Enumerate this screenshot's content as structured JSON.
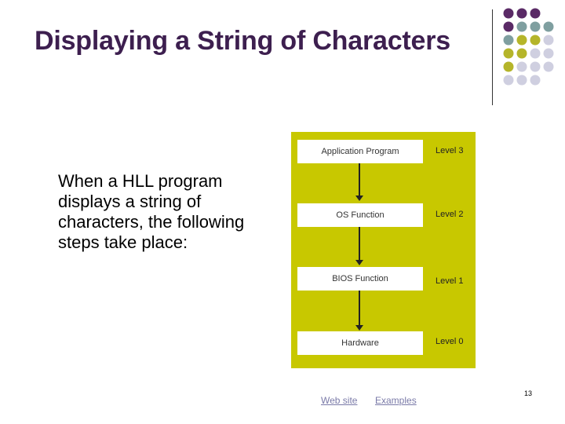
{
  "slide": {
    "title": "Displaying a String of Characters",
    "body": "When a HLL program displays a string of characters, the following steps take place:",
    "page_number": "13"
  },
  "diagram": {
    "colors": {
      "background": "#c8c800",
      "box": "#ffffff",
      "arrow": "#222222"
    },
    "layers": [
      {
        "name": "Application Program",
        "level": "Level 3"
      },
      {
        "name": "OS Function",
        "level": "Level 2"
      },
      {
        "name": "BIOS Function",
        "level": "Level 1"
      },
      {
        "name": "Hardware",
        "level": "Level 0"
      }
    ]
  },
  "footer": {
    "links": [
      {
        "label": "Web site"
      },
      {
        "label": "Examples"
      }
    ]
  },
  "decoration": {
    "dot_colors": {
      "purple": "#5a2a66",
      "teal": "#7f9fa0",
      "olive": "#b5b52a",
      "lavender": "#cfcfe0"
    }
  }
}
